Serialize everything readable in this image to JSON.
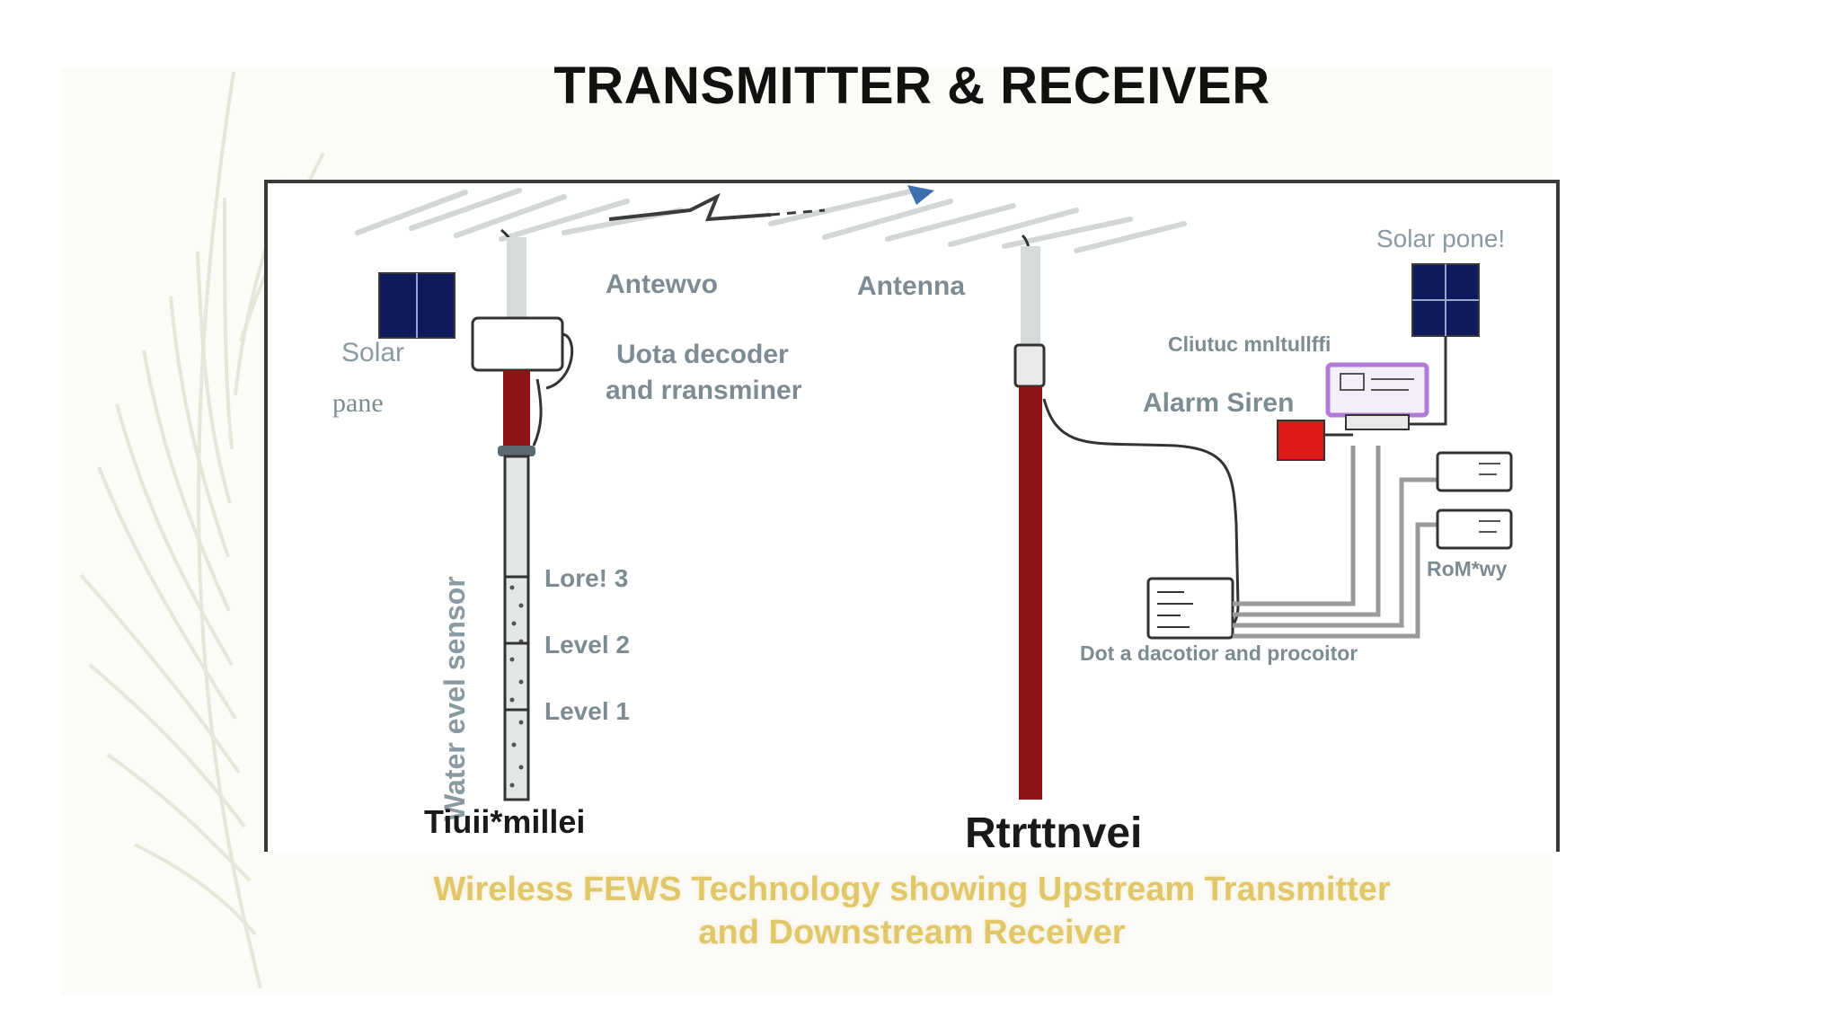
{
  "title": "TRANSMITTER & RECEIVER",
  "transmitter": {
    "antenna_label": "Antewvo",
    "solar_label_line1": "Solar",
    "solar_label_line2": "pane",
    "decoder_label_line1": "Uota decoder",
    "decoder_label_line2": "and rransminer",
    "sensor_label": "Water evel sensor",
    "levels": [
      "Lore! 3",
      "Level 2",
      "Level 1"
    ],
    "station_label": "Tiuii*millei"
  },
  "receiver": {
    "antenna_label": "Antenna",
    "solar_label": "Solar pone!",
    "control_label": "Cliutuc mnltullffi",
    "siren_label": "Alarm Siren",
    "relay_label": "RoM*wy",
    "processor_label": "Dot a dacotior and procoitor",
    "station_label": "Rtrttnvei"
  },
  "caption_line1": "Wireless FEWS Technology showing Upstream Transmitter",
  "caption_line2": "and Downstream Receiver",
  "colors": {
    "pole_red": "#8b1414",
    "siren_red": "#e01818",
    "panel_navy": "#0e1a5c",
    "label_gray": "#7d8c92",
    "caption_gold": "#e0c86a",
    "controller_purple": "#b07ad6"
  }
}
